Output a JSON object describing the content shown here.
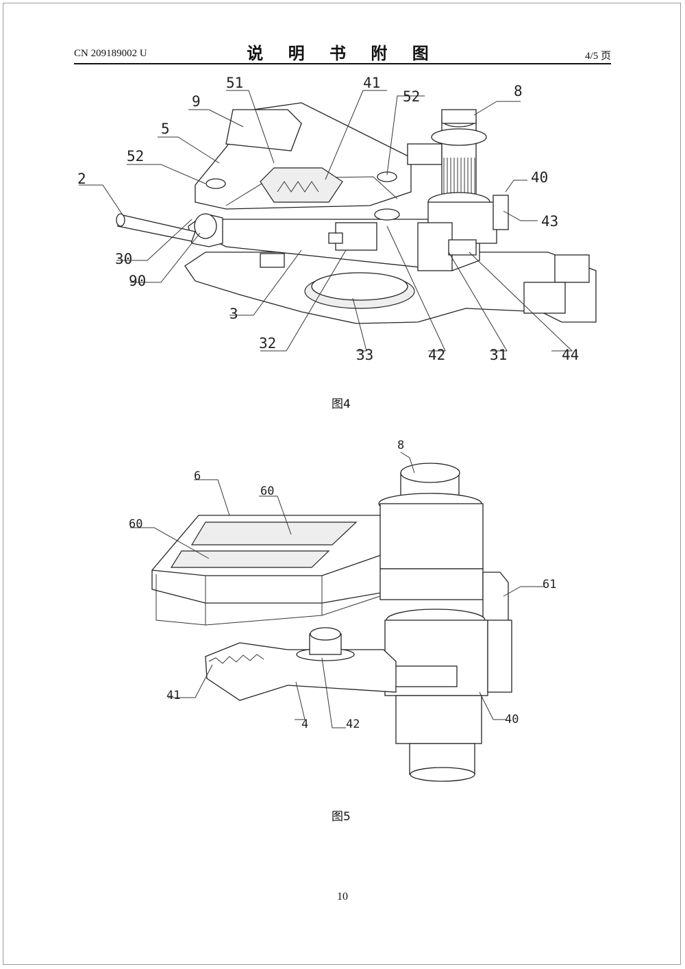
{
  "header": {
    "publication_number": "CN 209189002 U",
    "title": "说 明 书 附 图",
    "page_fraction": "4/5 页"
  },
  "figure4": {
    "caption": "图4",
    "labels": {
      "l51": "51",
      "l41": "41",
      "l52a": "52",
      "l8": "8",
      "l9": "9",
      "l5": "5",
      "l52b": "52",
      "l2": "2",
      "l40": "40",
      "l43": "43",
      "l30": "30",
      "l90": "90",
      "l3": "3",
      "l32": "32",
      "l33": "33",
      "l42": "42",
      "l31": "31",
      "l44": "44"
    }
  },
  "figure5": {
    "caption": "图5",
    "labels": {
      "l8": "8",
      "l6": "6",
      "l60a": "60",
      "l60b": "60",
      "l61": "61",
      "l41": "41",
      "l4": "4",
      "l42": "42",
      "l40": "40"
    }
  },
  "footer": {
    "page_number": "10"
  }
}
